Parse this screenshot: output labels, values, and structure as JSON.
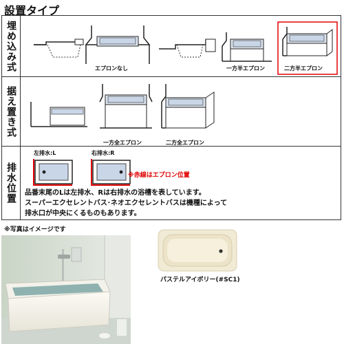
{
  "page_title": "設置タイプ",
  "rows": {
    "embedded": {
      "label": "埋め込み式",
      "caption_no_apron": "エプロンなし",
      "caption_one_half": "一方半エプロン",
      "caption_two_half": "二方半エプロン"
    },
    "freestanding": {
      "label": "据え置き式",
      "caption_one_full": "一方全エプロン",
      "caption_two_full": "二方全エプロン"
    },
    "drain": {
      "label": "排水位置",
      "left_label": "左排水:L",
      "right_label": "右排水:R",
      "red_note": "※赤線はエプロン位置",
      "desc_line1": "品番末尾のLは左排水、Rは右排水の浴槽を表しています。",
      "desc_line2": "スーパーエクセレントバス･ネオエクセレントバスは機種によって",
      "desc_line3": "排水口が中央にくるものもあります。"
    }
  },
  "photo_note": "※写真はイメージです",
  "swatch_caption": "パステルアイボリー(#SC1)",
  "colors": {
    "apron_red": "#e00000",
    "tub_blue": "#cfdbec",
    "ivory": "#f1ead4"
  }
}
